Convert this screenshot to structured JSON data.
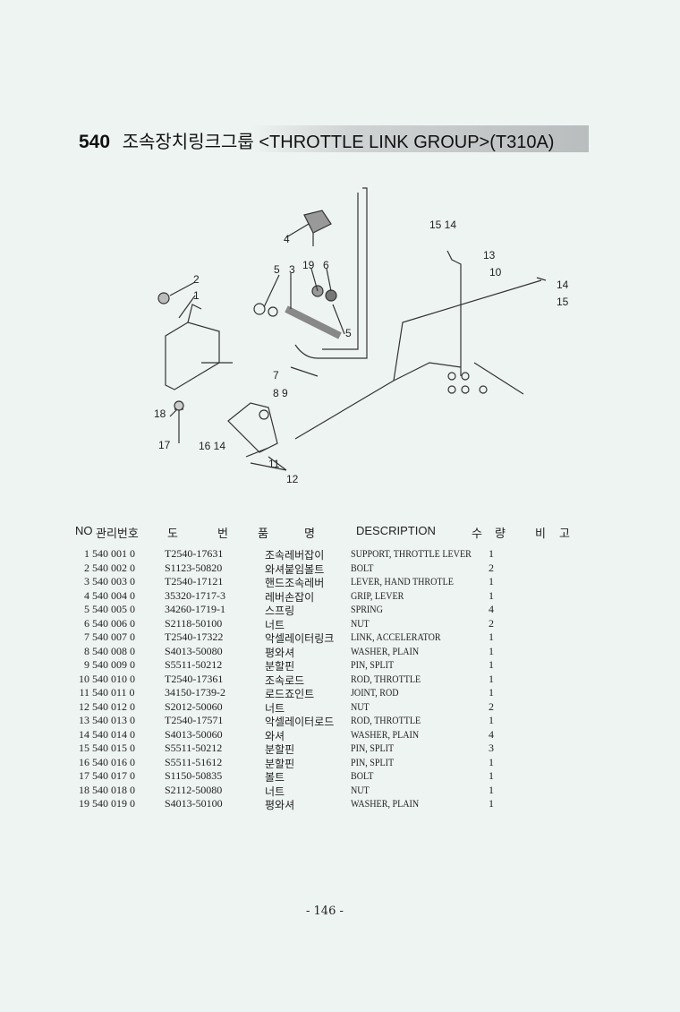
{
  "header": {
    "section_number": "540",
    "title_korean": "조속장치링크그룹",
    "title_english": "<THROTTLE LINK GROUP>(T310A)"
  },
  "diagram": {
    "callouts": [
      "4",
      "15 14",
      "13",
      "10",
      "2",
      "1",
      "5",
      "3",
      "19",
      "6",
      "14",
      "15",
      "5",
      "7",
      "8 9",
      "18",
      "17",
      "16 14",
      "11",
      "12"
    ]
  },
  "table": {
    "columns": [
      "NO",
      "관리번호",
      "도",
      "번",
      "품",
      "명",
      "DESCRIPTION",
      "수",
      "량",
      "비",
      "고"
    ],
    "rows": [
      [
        "1",
        "540  001  0",
        "T2540-17631",
        "조속레버잡이",
        "SUPPORT, THROTTLE LEVER",
        "1"
      ],
      [
        "2",
        "540  002  0",
        "S1123-50820",
        "와셔붙임볼트",
        "BOLT",
        "2"
      ],
      [
        "3",
        "540  003  0",
        "T2540-17121",
        "핸드조속레버",
        "LEVER, HAND THROTLE",
        "1"
      ],
      [
        "4",
        "540  004  0",
        "35320-1717-3",
        "레버손잡이",
        "GRIP, LEVER",
        "1"
      ],
      [
        "5",
        "540  005  0",
        "34260-1719-1",
        "스프링",
        "SPRING",
        "4"
      ],
      [
        "6",
        "540  006  0",
        "S2118-50100",
        "너트",
        "NUT",
        "2"
      ],
      [
        "7",
        "540  007  0",
        "T2540-17322",
        "악셀레이터링크",
        "LINK, ACCELERATOR",
        "1"
      ],
      [
        "8",
        "540  008  0",
        "S4013-50080",
        "평와셔",
        "WASHER, PLAIN",
        "1"
      ],
      [
        "9",
        "540  009  0",
        "S5511-50212",
        "분할핀",
        "PIN, SPLIT",
        "1"
      ],
      [
        "10",
        "540  010  0",
        "T2540-17361",
        "조속로드",
        "ROD, THROTTLE",
        "1"
      ],
      [
        "11",
        "540  011  0",
        "34150-1739-2",
        "로드죠인트",
        "JOINT, ROD",
        "1"
      ],
      [
        "12",
        "540  012  0",
        "S2012-50060",
        "너트",
        "NUT",
        "2"
      ],
      [
        "13",
        "540  013  0",
        "T2540-17571",
        "악셀레이터로드",
        "ROD, THROTTLE",
        "1"
      ],
      [
        "14",
        "540  014  0",
        "S4013-50060",
        "와셔",
        "WASHER, PLAIN",
        "4"
      ],
      [
        "15",
        "540  015  0",
        "S5511-50212",
        "분할핀",
        "PIN, SPLIT",
        "3"
      ],
      [
        "16",
        "540  016  0",
        "S5511-51612",
        "분할핀",
        "PIN, SPLIT",
        "1"
      ],
      [
        "17",
        "540  017  0",
        "S1150-50835",
        "볼트",
        "BOLT",
        "1"
      ],
      [
        "18",
        "540  018  0",
        "S2112-50080",
        "너트",
        "NUT",
        "1"
      ],
      [
        "19",
        "540  019  0",
        "S4013-50100",
        "평와셔",
        "WASHER, PLAIN",
        "1"
      ]
    ]
  },
  "footer": {
    "page": "- 146 -"
  }
}
